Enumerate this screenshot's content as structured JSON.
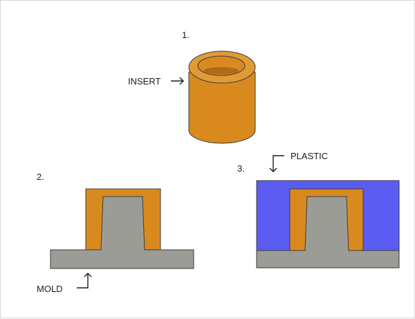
{
  "steps": {
    "step1": "1.",
    "step2": "2.",
    "step3": "3."
  },
  "labels": {
    "insert": "INSERT",
    "mold": "MOLD",
    "plastic": "PLASTIC"
  },
  "colors": {
    "insert": "#d98a1f",
    "insert_top": "#e19a36",
    "insert_hole": "#b06a14",
    "mold": "#9c9c97",
    "plastic": "#5b5cf2",
    "outline": "#3a3a3a",
    "background": "#ffffff"
  }
}
